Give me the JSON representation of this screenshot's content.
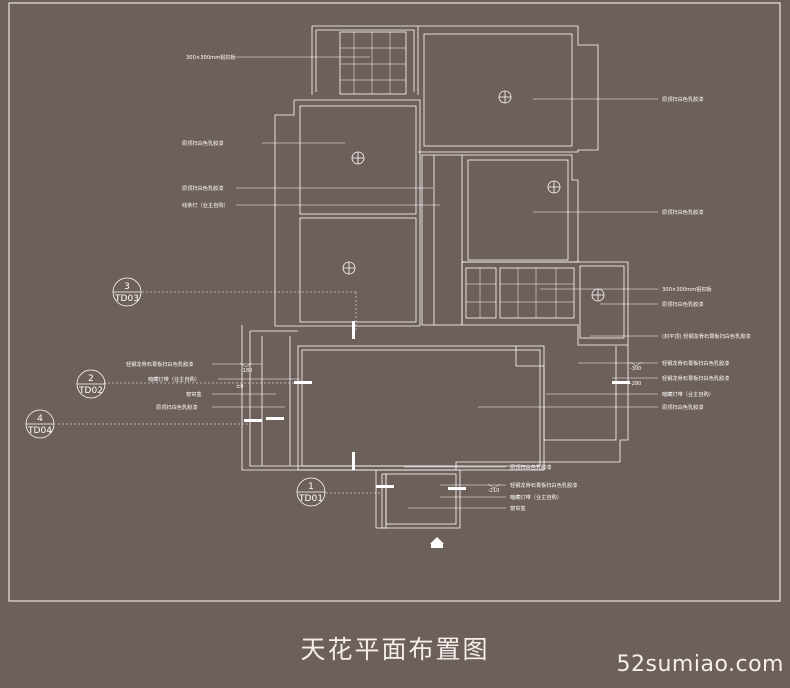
{
  "caption": "天花平面布置图",
  "watermark": "52sumiao.com",
  "annotations": {
    "tile_top": "300×300mm铝扣板",
    "latex_kitchen_right": "原顶扫白色乳胶漆",
    "latex_bedroom_left": "原顶扫白色乳胶漆",
    "latex_corridor": "原顶扫白色乳胶漆",
    "strip_light": "线条灯（业主自购）",
    "latex_bedroom_right": "原顶扫白色乳胶漆",
    "tile_bath": "300×300mm铝扣板",
    "latex_bath": "原顶扫白色乳胶漆",
    "gypsum_sealed": "(封平顶) 轻钢龙骨石膏板扫白色乳胶漆",
    "gypsum_left": "轻钢龙骨石膏板扫白色乳胶漆",
    "hidden_light_left": "暗藏灯带（业主自购）",
    "curtain_box_left": "窗帘盒",
    "latex_living_left": "原顶扫白色乳胶漆",
    "gypsum_right1": "轻钢龙骨石膏板扫白色乳胶漆",
    "gypsum_right2": "轻钢龙骨石膏板扫白色乳胶漆",
    "hidden_light_right": "暗藏灯带（业主自购）",
    "latex_living_right": "原顶扫白色乳胶漆",
    "latex_balcony": "原顶扫白色乳胶漆",
    "gypsum_balcony": "轻钢龙骨石膏板扫白色乳胶漆",
    "hidden_light_balcony": "暗藏灯带（业主自购）",
    "curtain_box_balcony": "窗帘盒"
  },
  "elevations": {
    "left_upper": "-180",
    "left_lower": "±0",
    "right_upper": "-300",
    "right_lower": "-280",
    "bottom": "-210"
  },
  "section_markers": [
    {
      "num": "3",
      "code": "TD03"
    },
    {
      "num": "2",
      "code": "TD02"
    },
    {
      "num": "4",
      "code": "TD04"
    },
    {
      "num": "1",
      "code": "TD01"
    }
  ],
  "colors": {
    "background": "#6d5f5a",
    "line": "#ffffff",
    "text": "#f4efec"
  }
}
